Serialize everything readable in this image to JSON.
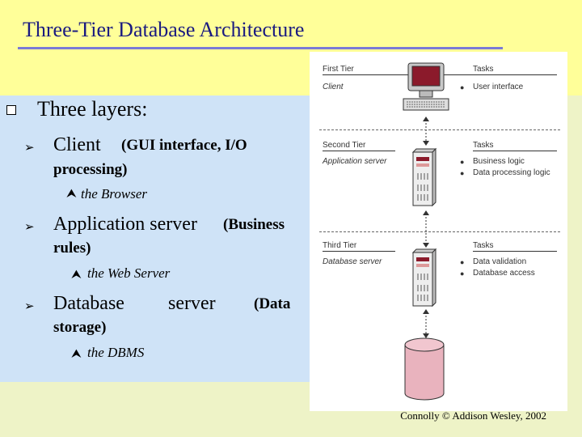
{
  "slide": {
    "title": "Three-Tier Database Architecture",
    "heading": "Three layers:",
    "items": [
      {
        "main": "Client",
        "detail": "(GUI interface, I/O",
        "detail_wrap": "processing)",
        "sub": "the Browser"
      },
      {
        "main": "Application server",
        "detail": "(Business",
        "detail_wrap": "rules)",
        "sub": "the Web Server"
      },
      {
        "main": "Database",
        "main2": "server",
        "detail": "(Data",
        "detail_wrap": "storage)",
        "sub": "the DBMS"
      }
    ]
  },
  "figure": {
    "tiers": [
      {
        "label": "First Tier",
        "role": "Client",
        "tasks_header": "Tasks",
        "tasks": [
          "User interface"
        ]
      },
      {
        "label": "Second Tier",
        "role": "Application server",
        "tasks_header": "Tasks",
        "tasks": [
          "Business logic",
          "Data processing logic"
        ]
      },
      {
        "label": "Third Tier",
        "role": "Database server",
        "tasks_header": "Tasks",
        "tasks": [
          "Data validation",
          "Database access"
        ]
      }
    ]
  },
  "credit": "Connolly © Addison Wesley, 2002",
  "colors": {
    "title": "#1a1a80",
    "top_band": "#ffff99",
    "panel": "#cfe3f7",
    "background": "#eef3c7"
  }
}
